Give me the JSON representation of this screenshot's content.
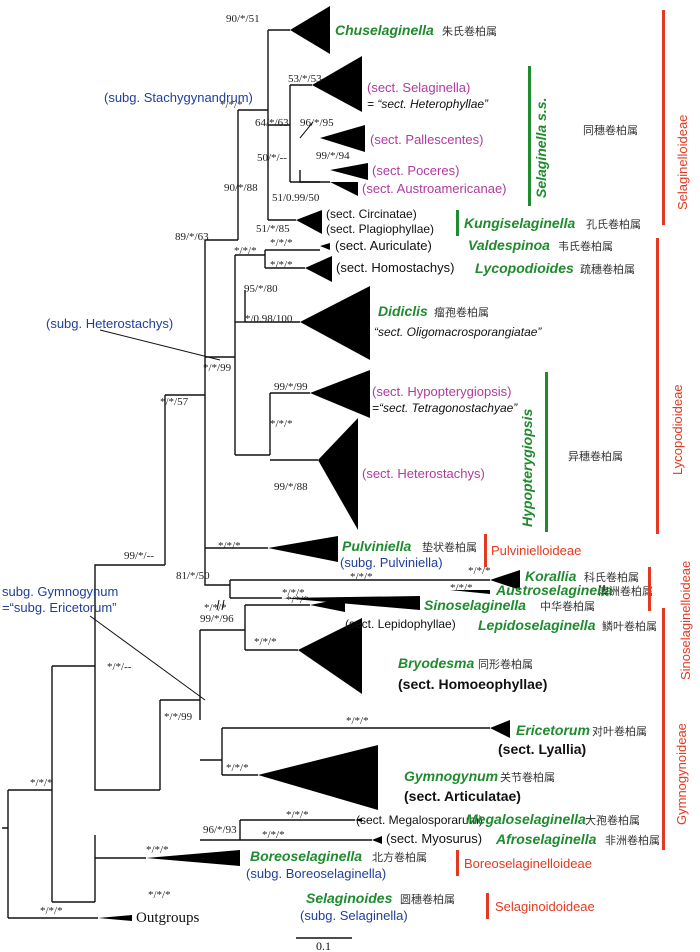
{
  "clades": [
    {
      "id": "chuselaginella",
      "genus": "Chuselaginella",
      "chinese": "朱氏卷柏属",
      "support": "90/*/51"
    },
    {
      "id": "sect-selaginella",
      "section": "(sect. Selaginella)",
      "alt": "= “sect. Heterophyllae”",
      "support": "53/*/53"
    },
    {
      "id": "sect-pallescentes",
      "section": "(sect. Pallescentes)",
      "support": "96/*/95"
    },
    {
      "id": "sect-poceres",
      "section": "(sect. Poceres)",
      "support": "99/*/94"
    },
    {
      "id": "sect-austroamericanae",
      "section": "(sect. Austroamericanae)",
      "support": "50/*/--"
    },
    {
      "id": "kungiselaginella",
      "genus": "Kungiselaginella",
      "chinese": "孔氏卷柏属",
      "section1": "(sect. Circinatae)",
      "section2": "(sect. Plagiophyllae)",
      "support": "51/*/85"
    },
    {
      "id": "valdespinoa",
      "genus": "Valdespinoa",
      "chinese": "韦氏卷柏属",
      "section": "(sect. Auriculate)",
      "support": "*/*/*"
    },
    {
      "id": "lycopodioides",
      "genus": "Lycopodioides",
      "chinese": "疏穗卷柏属",
      "section": "(sect. Homostachys)",
      "support": "*/*/*"
    },
    {
      "id": "didiclis",
      "genus": "Didiclis",
      "chinese": "瘤孢卷柏属",
      "alt": "“sect. Oligomacrosporangiatae”",
      "support": "*/0.98/100"
    },
    {
      "id": "sect-hypopterygiopsis",
      "section": "(sect. Hypopterygiopsis)",
      "alt": "=“sect. Tetragonostachyae”",
      "support": "99/*/99"
    },
    {
      "id": "sect-heterostachys",
      "section": "(sect. Heterostachys)",
      "support": "99/*/88"
    },
    {
      "id": "pulviniella",
      "genus": "Pulviniella",
      "chinese": "垫状卷柏属",
      "subgenus": "(subg. Pulviniella)",
      "support": "*/*/*"
    },
    {
      "id": "korallia",
      "genus": "Korallia",
      "chinese": "科氏卷柏属",
      "support": "*/*/*"
    },
    {
      "id": "austroselaginella",
      "genus": "Austroselaginella",
      "chinese": "澳洲卷柏属",
      "support": "*/*/*"
    },
    {
      "id": "sinoselaginella",
      "genus": "Sinoselaginella",
      "chinese": "中华卷柏属",
      "support": "*/*/*"
    },
    {
      "id": "lepidoselaginella",
      "genus": "Lepidoselaginella",
      "chinese": "鳞叶卷柏属",
      "section": "(sect. Lepidophyllae)",
      "support": "*/*/*"
    },
    {
      "id": "bryodesma",
      "genus": "Bryodesma",
      "chinese": "同形卷柏属",
      "section": "(sect. Homoeophyllae)",
      "support": "*/*/*"
    },
    {
      "id": "ericetorum",
      "genus": "Ericetorum",
      "chinese": "对叶卷柏属",
      "section": "(sect. Lyallia)",
      "support": "*/*/*"
    },
    {
      "id": "gymnogynum",
      "genus": "Gymnogynum",
      "chinese": "关节卷柏属",
      "section": "(sect. Articulatae)",
      "support": "*/*/*"
    },
    {
      "id": "megaloselaginella",
      "genus": "Megaloselaginella",
      "chinese": "大孢卷柏属",
      "section": "(sect. Megalosporarum)",
      "support": "*/*/*"
    },
    {
      "id": "afroselaginella",
      "genus": "Afroselaginella",
      "chinese": "非洲卷柏属",
      "section": "(sect. Myosurus)",
      "support": "*/*/*"
    },
    {
      "id": "boreoselaginella",
      "genus": "Boreoselaginella",
      "chinese": "北方卷柏属",
      "subgenus": "(subg. Boreoselaginella)",
      "support": "*/*/*"
    },
    {
      "id": "selaginoides",
      "genus": "Selaginoides",
      "chinese": "圆穗卷柏属",
      "subgenus": "(subg. Selaginella)",
      "support": "*/*/*"
    },
    {
      "id": "outgroups",
      "label": "Outgroups",
      "support": "*/*/*"
    }
  ],
  "internal_supports": {
    "n_sel_ss": "64/*/63",
    "n_sel_pal": "51/0.99/50",
    "n_sel_top": "*/*/*",
    "n_sel_kung": "90/*/88",
    "n_sel_all": "89/*/63",
    "n_lyco_valdes": "*/*/*",
    "n_lyco_didi": "95/*/80",
    "n_lyco_hypo": "*/*/*",
    "n_lyco_all": "*/*/99",
    "n_sel_lyco": "*/*/57",
    "n_pulv": "81/*/50",
    "n_sino_ko": "*/*/*",
    "n_sino": "*/*/*",
    "n_gym_all": "99/*/--",
    "n_lepi": "99/*/96",
    "n_eric": "*/*/*",
    "n_mega": "96/*/93",
    "n_gym": "*/*/99",
    "n_gym_b": "*/*/--",
    "n_root_in": "*/*/*"
  },
  "subgenus_labels": {
    "stachygynandrum": "(subg. Stachygynandrum)",
    "heterostachys": "(subg. Heterostachys)",
    "gymnogynum_line1": "subg. Gymnogynum",
    "gymnogynum_line2": "=“subg. Ericetorum”"
  },
  "vertical_clade_labels": {
    "selaginella_ss": "Selaginella s.s.",
    "selaginella_ss_cn": "同穗卷柏属",
    "hypopterygiopsis": "Hypopterygiopsis",
    "hypopterygiopsis_cn": "异穗卷柏属"
  },
  "subfamilies": {
    "selaginelloideae": "Selaginelloideae",
    "lycopodioideae": "Lycopodioideae",
    "pulvinielloideae": "Pulvinielloideae",
    "sinoselaginelloideae": "Sinoselaginelloideae",
    "gymnogynoideae": "Gymnogynoideae",
    "boreoselaginelloideae": "Boreoselaginelloideae",
    "selaginoidoideae": "Selaginoidoideae"
  },
  "scale_bar": "0.1",
  "colors": {
    "genus": "#1f8b2e",
    "section": "#b03aa0",
    "subgenus": "#1f3f99",
    "family": "#e23a22"
  }
}
